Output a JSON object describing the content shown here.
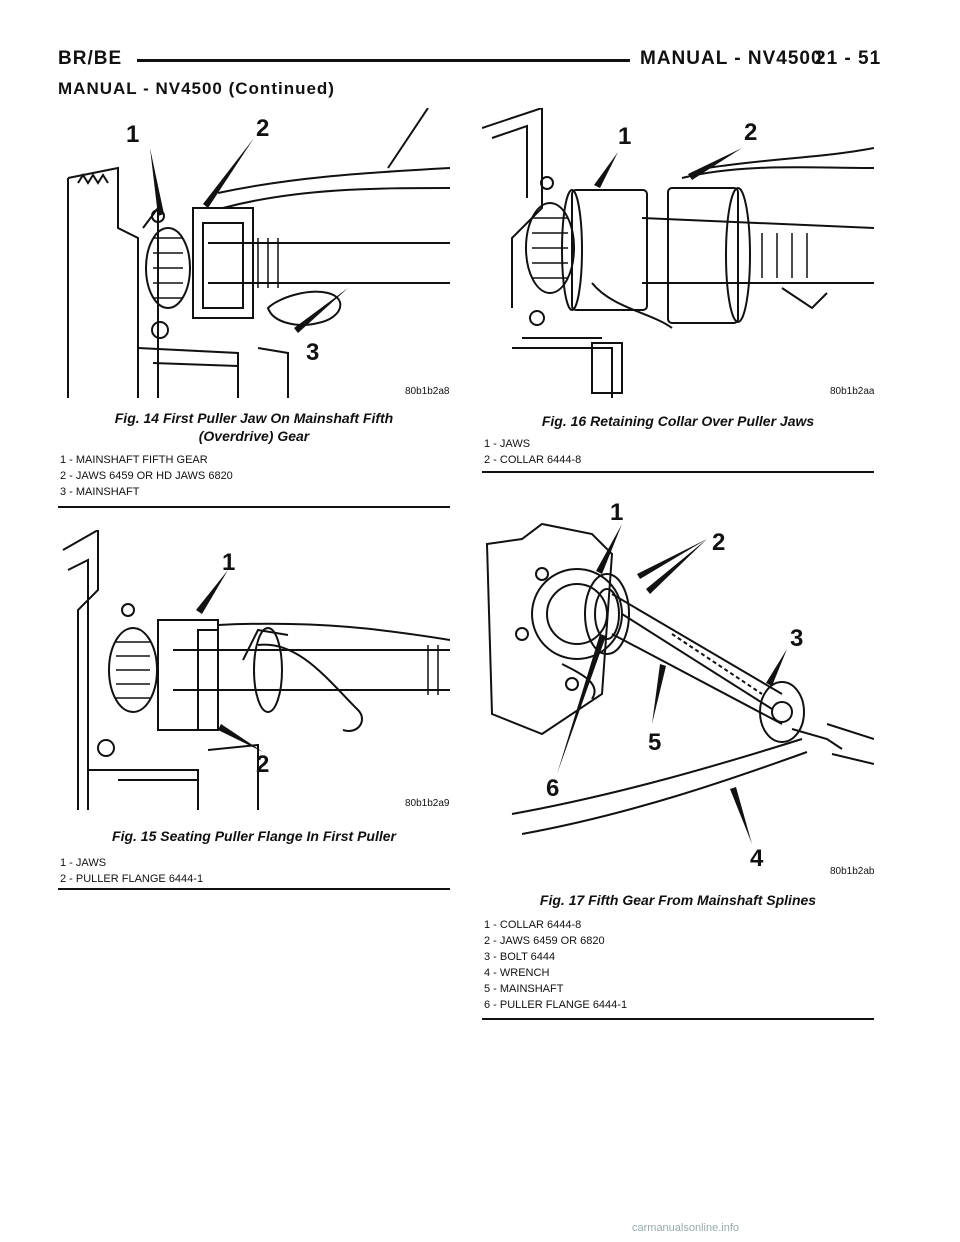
{
  "header": {
    "left": "BR/BE",
    "right": "MANUAL - NV4500",
    "page": "21 - 51"
  },
  "section_title": "MANUAL - NV4500 (Continued)",
  "figures": [
    {
      "id": "fig14",
      "code": "80b1b2a8",
      "caption_line1": "Fig. 14 First Puller Jaw On Mainshaft Fifth",
      "caption_line2": "(Overdrive) Gear",
      "callouts": [
        "1",
        "2",
        "3"
      ],
      "legend": [
        "1 - MAINSHAFT FIFTH GEAR",
        "2 - JAWS 6459 OR HD JAWS 6820",
        "3 - MAINSHAFT"
      ]
    },
    {
      "id": "fig15",
      "code": "80b1b2a9",
      "caption_line1": "Fig. 15 Seating Puller Flange In First Puller",
      "callouts": [
        "1",
        "2"
      ],
      "legend": [
        "1 - JAWS",
        "2 - PULLER FLANGE 6444-1"
      ]
    },
    {
      "id": "fig16",
      "code": "80b1b2aa",
      "caption_line1": "Fig. 16 Retaining Collar Over Puller Jaws",
      "callouts": [
        "1",
        "2"
      ],
      "legend": [
        "1 - JAWS",
        "2 - COLLAR 6444-8"
      ]
    },
    {
      "id": "fig17",
      "code": "80b1b2ab",
      "caption_line1": "Fig. 17 Fifth Gear From Mainshaft Splines",
      "callouts": [
        "1",
        "2",
        "3",
        "4",
        "5",
        "6"
      ],
      "legend": [
        "1 - COLLAR 6444-8",
        "2 - JAWS 6459 OR 6820",
        "3 - BOLT 6444",
        "4 - WRENCH",
        "5 - MAINSHAFT",
        "6 - PULLER FLANGE 6444-1"
      ]
    }
  ],
  "footer": "carmanualsonline.info"
}
